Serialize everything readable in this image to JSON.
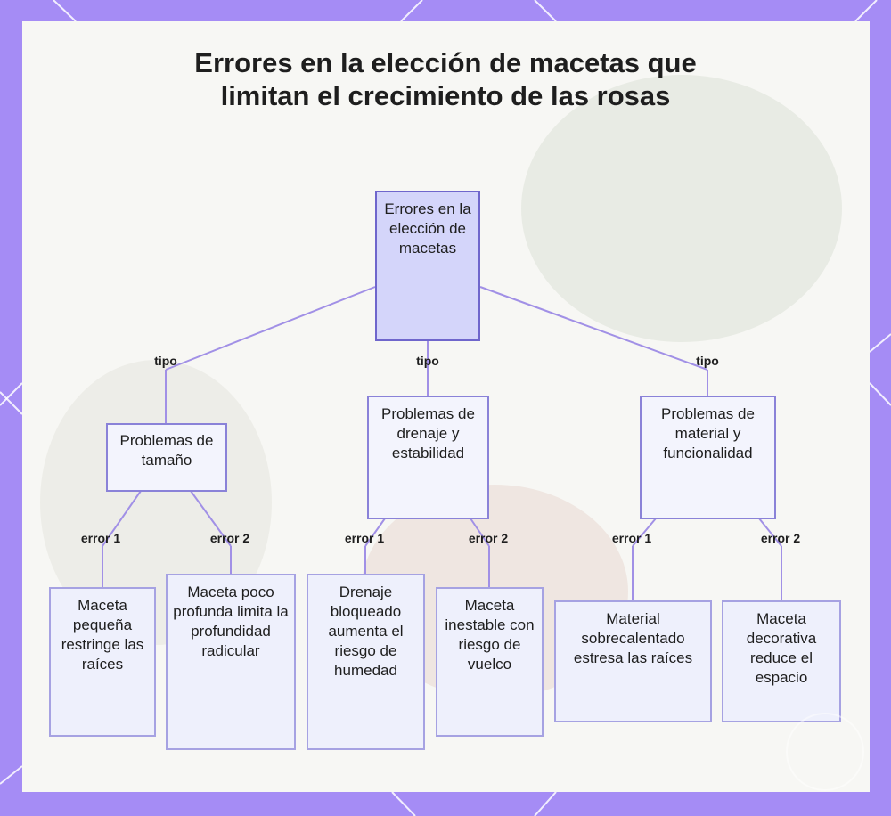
{
  "title": "Errores en la elección de macetas que limitan el crecimiento de las rosas",
  "colors": {
    "frame": "#a58cf5",
    "line": "#a190e6",
    "root_fill": "#d4d5fa",
    "node_border": "#8a82d8"
  },
  "root": {
    "label": "Errores en la elección de macetas"
  },
  "branch_label": "tipo",
  "categories": [
    {
      "label": "Problemas de tamaño",
      "errors": [
        {
          "label": "error 1",
          "text": "Maceta pequeña restringe las raíces"
        },
        {
          "label": "error 2",
          "text": "Maceta poco profunda limita la profundidad radicular"
        }
      ]
    },
    {
      "label": "Problemas de drenaje y estabilidad",
      "errors": [
        {
          "label": "error 1",
          "text": "Drenaje bloqueado aumenta el riesgo de humedad"
        },
        {
          "label": "error 2",
          "text": "Maceta inestable con riesgo de vuelco"
        }
      ]
    },
    {
      "label": "Problemas de material y funcionalidad",
      "errors": [
        {
          "label": "error 1",
          "text": "Material sobrecalentado estresa las raíces"
        },
        {
          "label": "error 2",
          "text": "Maceta decorativa reduce el espacio"
        }
      ]
    }
  ]
}
